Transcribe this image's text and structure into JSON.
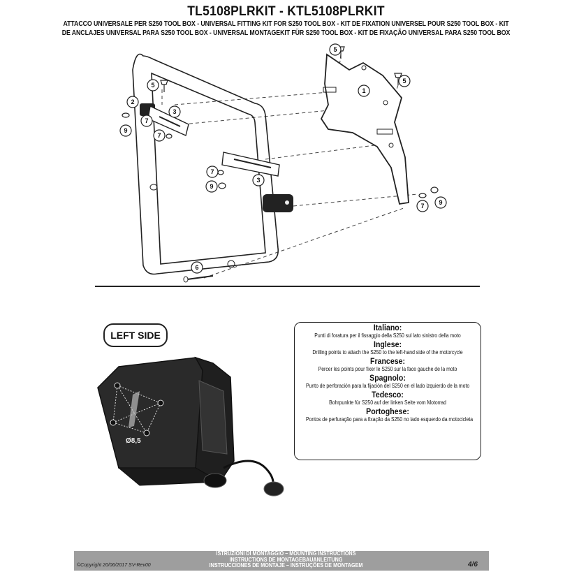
{
  "header": {
    "title": "TL5108PLRKIT - KTL5108PLRKIT",
    "subtitle_line1": "ATTACCO UNIVERSALE PER S250 TOOL BOX - UNIVERSAL FITTING KIT FOR S250 TOOL BOX - KIT DE FIXATION UNIVERSEL POUR S250 TOOL BOX - KIT",
    "subtitle_line2": "DE ANCLAJES UNIVERSAL PARA S250 TOOL BOX - UNIVERSAL MONTAGEKIT FÜR S250 TOOL BOX - KIT DE FIXAÇÃO UNIVERSAL PARA S250 TOOL BOX"
  },
  "diagram": {
    "callouts": [
      "1",
      "2",
      "3",
      "3",
      "5",
      "5",
      "5",
      "6",
      "7",
      "7",
      "7",
      "7",
      "9",
      "9",
      "9"
    ]
  },
  "left_side_label": "LEFT SIDE",
  "hole_label": "Ø8,5",
  "languages": [
    {
      "name": "Italiano:",
      "text": "Punti di foratura per il fissaggio della S250 sul lato sinistro della moto"
    },
    {
      "name": "Inglese:",
      "text": "Drilling points to attach the S250 to the left-hand side of the motorcycle"
    },
    {
      "name": "Francese:",
      "text": "Percer les points pour fixer le  S250 sur la face gauche de la moto"
    },
    {
      "name": "Spagnolo:",
      "text": "Punto de perforación para la fijación del S250 en el lado izquierdo de la moto"
    },
    {
      "name": "Tedesco:",
      "text": "Bohrpunkte für S250 auf der linken Seite vom Motorrad"
    },
    {
      "name": "Portoghese:",
      "text": "Pontos de perfuração para a fixação da S250 no lado esquerdo da motocicleta"
    }
  ],
  "footer": {
    "line1": "ISTRUZIONI DI MONTAGGIO  –  MOUNTING INSTRUCTIONS",
    "line2": "INSTRUCTIONS DE MONTAGEBAUANLEITUNG",
    "line3": "INSTRUCCIONES DE MONTAJE – INSTRUÇÕES DE MONTAGEM",
    "copyright": "©Copyright 20/06/2017 SV-Rev00",
    "page": "4/6"
  }
}
